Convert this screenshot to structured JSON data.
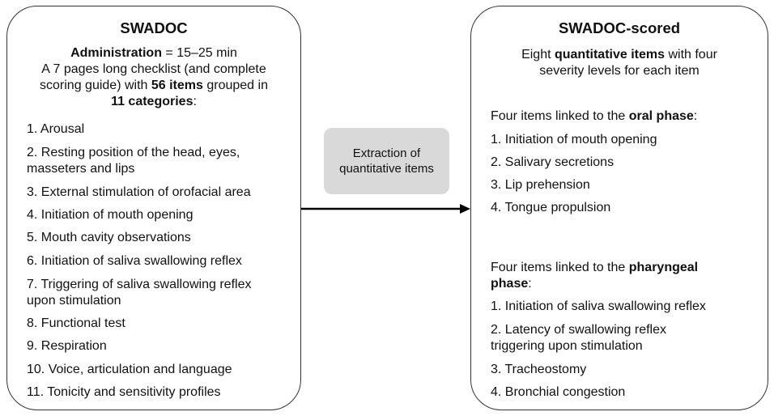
{
  "left": {
    "title": "SWADOC",
    "admin_label": "Administration",
    "admin_value": " = 15–25 min",
    "desc_line1": "A 7 pages long checklist (and complete",
    "desc_line2_prefix": "scoring guide) with ",
    "desc_items_bold": "56 items",
    "desc_line2_suffix": " grouped in",
    "desc_categories_bold": "11 categories",
    "desc_colon": ":",
    "items": [
      "1. Arousal",
      "2. Resting position of the head, eyes,",
      "masseters and lips",
      "3. External stimulation of orofacial area",
      "4. Initiation of mouth opening",
      "5. Mouth cavity observations",
      "6. Initiation of saliva swallowing reflex",
      "7. Triggering of saliva swallowing reflex",
      "upon stimulation",
      "8. Functional test",
      "9. Respiration",
      "10. Voice, articulation and language",
      "11. Tonicity and sensitivity profiles"
    ]
  },
  "middle": {
    "line1": "Extraction of",
    "line2": "quantitative items"
  },
  "right": {
    "title": "SWADOC-scored",
    "desc_prefix": "Eight ",
    "desc_bold": "quantitative items",
    "desc_suffix": " with four",
    "desc_line2": "severity levels for each item",
    "oral_prefix": "Four items linked to the ",
    "oral_bold": "oral phase",
    "oral_suffix": ":",
    "oral_items": [
      "1. Initiation of mouth opening",
      "2. Salivary secretions",
      "3. Lip prehension",
      "4. Tongue propulsion"
    ],
    "phar_prefix": "Four items linked to the ",
    "phar_bold1": "pharyngeal",
    "phar_bold2": "phase",
    "phar_suffix": ":",
    "phar_items": [
      "1. Initiation of saliva swallowing reflex",
      "2. Latency of swallowing reflex",
      "triggering upon stimulation",
      "3. Tracheostomy",
      "4. Bronchial congestion"
    ]
  },
  "colors": {
    "border": "#333333",
    "middle_fill": "#d9d9d9",
    "text": "#111111"
  }
}
